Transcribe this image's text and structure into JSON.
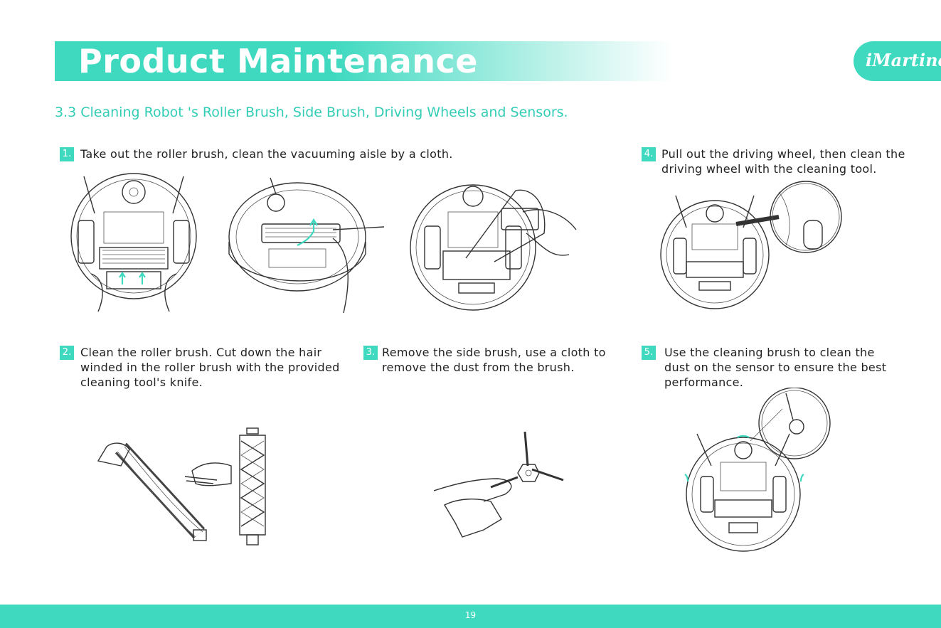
{
  "header": {
    "title": "Product Maintenance",
    "brand": "iMartine"
  },
  "section_title": "3.3 Cleaning Robot 's  Roller Brush, Side Brush, Driving Wheels and Sensors.",
  "steps": [
    {
      "number": "1.",
      "line1": "Take out the roller brush, clean the vacuuming aisle by a cloth."
    },
    {
      "number": "2.",
      "line1": "Clean the roller brush. Cut down the hair",
      "line2": "winded in the roller brush with the provided",
      "line3": "cleaning tool's knife."
    },
    {
      "number": "3.",
      "line1": "Remove the side brush, use a cloth to",
      "line2": "remove the dust from the brush."
    },
    {
      "number": "4.",
      "line1": "Pull out the driving wheel, then clean the",
      "line2": "driving wheel with the cleaning tool."
    },
    {
      "number": "5.",
      "line1": "Use the cleaning brush to clean the",
      "line2": "dust on the sensor to ensure the best",
      "line3": "performance."
    }
  ],
  "footer": {
    "page_number": "19"
  },
  "colors": {
    "accent": "#3fd9c0",
    "subtitle": "#33cdb5"
  }
}
